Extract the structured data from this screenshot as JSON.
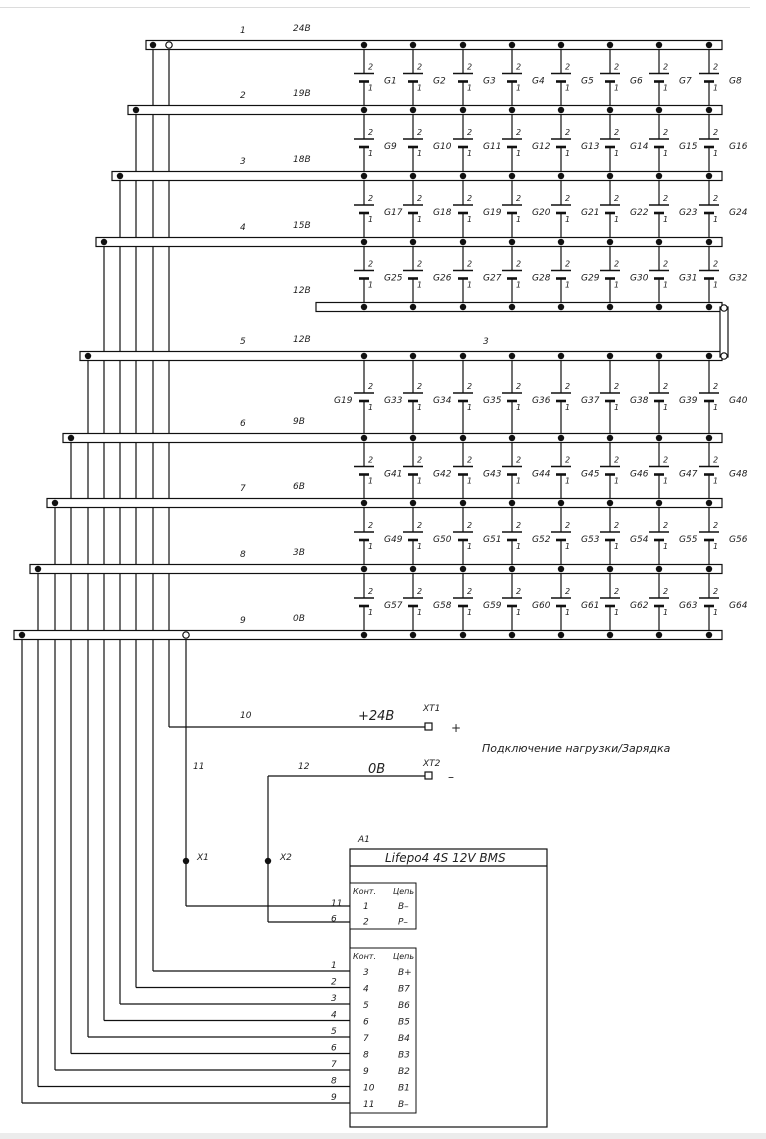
{
  "bus_rows": [
    {
      "num": "1",
      "volt": "24В"
    },
    {
      "num": "2",
      "volt": "19В"
    },
    {
      "num": "3",
      "volt": "18В"
    },
    {
      "num": "4",
      "volt": "15В"
    },
    {
      "num": "",
      "volt": "12В"
    },
    {
      "num": "5",
      "volt": "12В"
    },
    {
      "num": "6",
      "volt": "9В"
    },
    {
      "num": "7",
      "volt": "6В"
    },
    {
      "num": "8",
      "volt": "3В"
    },
    {
      "num": "9",
      "volt": "0В"
    }
  ],
  "cell_pin_top": "2",
  "cell_pin_bottom": "1",
  "cells": [
    [
      "G1",
      "G2",
      "G3",
      "G4",
      "G5",
      "G6",
      "G7",
      "G8"
    ],
    [
      "G9",
      "G10",
      "G11",
      "G12",
      "G13",
      "G14",
      "G15",
      "G16"
    ],
    [
      "G17",
      "G18",
      "G19",
      "G20",
      "G21",
      "G22",
      "G23",
      "G24"
    ],
    [
      "G25",
      "G26",
      "G27",
      "G28",
      "G29",
      "G30",
      "G31",
      "G32"
    ],
    [
      "G19",
      "G33",
      "G34",
      "G35",
      "G36",
      "G37",
      "G38",
      "G39",
      "G40"
    ],
    [
      "G41",
      "G42",
      "G43",
      "G44",
      "G45",
      "G46",
      "G47",
      "G48"
    ],
    [
      "G49",
      "G50",
      "G51",
      "G52",
      "G53",
      "G54",
      "G55",
      "G56"
    ],
    [
      "G57",
      "G58",
      "G59",
      "G60",
      "G61",
      "G62",
      "G63",
      "G64"
    ]
  ],
  "jumper_label": "3",
  "output": {
    "wire10": "10",
    "plus_label": "+24В",
    "xt1": "XT1",
    "plus_sign": "+",
    "wire11": "11",
    "wire12": "12",
    "zero_label": "0В",
    "xt2": "XT2",
    "minus_sign": "–",
    "caption": "Подключение нагрузки/Зарядка"
  },
  "junctions": {
    "x1": "X1",
    "x2": "X2"
  },
  "bms": {
    "ref": "A1",
    "title": "Lifepo4 4S 12V BMS",
    "header_contact": "Конт.",
    "header_net": "Цепь",
    "table1": [
      {
        "wire": "11",
        "contact": "1",
        "net": "B–"
      },
      {
        "wire": "6",
        "contact": "2",
        "net": "P–"
      }
    ],
    "table2": [
      {
        "wire": "1",
        "contact": "3",
        "net": "B+"
      },
      {
        "wire": "2",
        "contact": "4",
        "net": "B7"
      },
      {
        "wire": "3",
        "contact": "5",
        "net": "B6"
      },
      {
        "wire": "4",
        "contact": "6",
        "net": "B5"
      },
      {
        "wire": "5",
        "contact": "7",
        "net": "B4"
      },
      {
        "wire": "6",
        "contact": "8",
        "net": "B3"
      },
      {
        "wire": "7",
        "contact": "9",
        "net": "B2"
      },
      {
        "wire": "8",
        "contact": "10",
        "net": "B1"
      },
      {
        "wire": "9",
        "contact": "11",
        "net": "B–"
      }
    ]
  }
}
